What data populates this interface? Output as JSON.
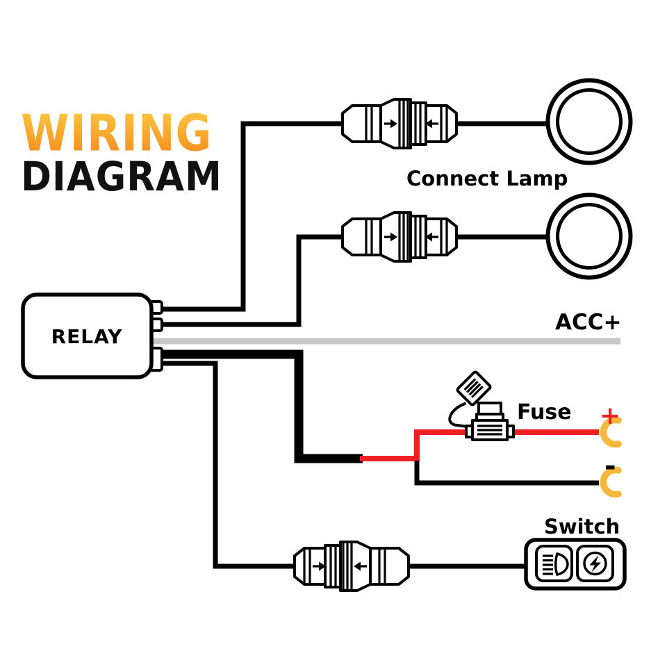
{
  "title": {
    "line1": "WIRING",
    "line2": "DIAGRAM"
  },
  "labels": {
    "relay": "RELAY",
    "connect_lamp": "Connect Lamp",
    "acc": "ACC+",
    "fuse": "Fuse",
    "plus": "+",
    "minus": "-",
    "switch": "Switch"
  },
  "colors": {
    "title_gradient_top": "#FDC53F",
    "title_gradient_bottom": "#F68C1C",
    "wire_red": "#EE2024",
    "acc_line_gray": "#C7C7C7",
    "terminal_yellow": "#F5B83D"
  },
  "components": {
    "relay": {
      "label": "RELAY",
      "outputs": [
        "lamp-wire-1",
        "lamp-wire-2",
        "power-wire",
        "switch-wire"
      ]
    },
    "lamps": {
      "count": 2,
      "label": "Connect Lamp",
      "style": "double-ring-round"
    },
    "inline_connectors": {
      "count": 3,
      "icon": "bullet-connector-icon",
      "arrows": "point-inward"
    },
    "acc_rail": {
      "label": "ACC+",
      "style": "gray-horizontal-line"
    },
    "fuse": {
      "label": "Fuse",
      "icon": "fuse-holder-icon",
      "cap_icon": "fuse-cap-icon",
      "wire_color": "red"
    },
    "battery_terminals": {
      "positive": {
        "label": "+",
        "wire": "red",
        "icon": "fork-terminal-icon"
      },
      "negative": {
        "label": "-",
        "wire": "black",
        "icon": "fork-terminal-icon"
      }
    },
    "switch": {
      "label": "Switch",
      "buttons": [
        {
          "icon": "headlight-icon"
        },
        {
          "icon": "power-bolt-icon"
        }
      ]
    }
  }
}
